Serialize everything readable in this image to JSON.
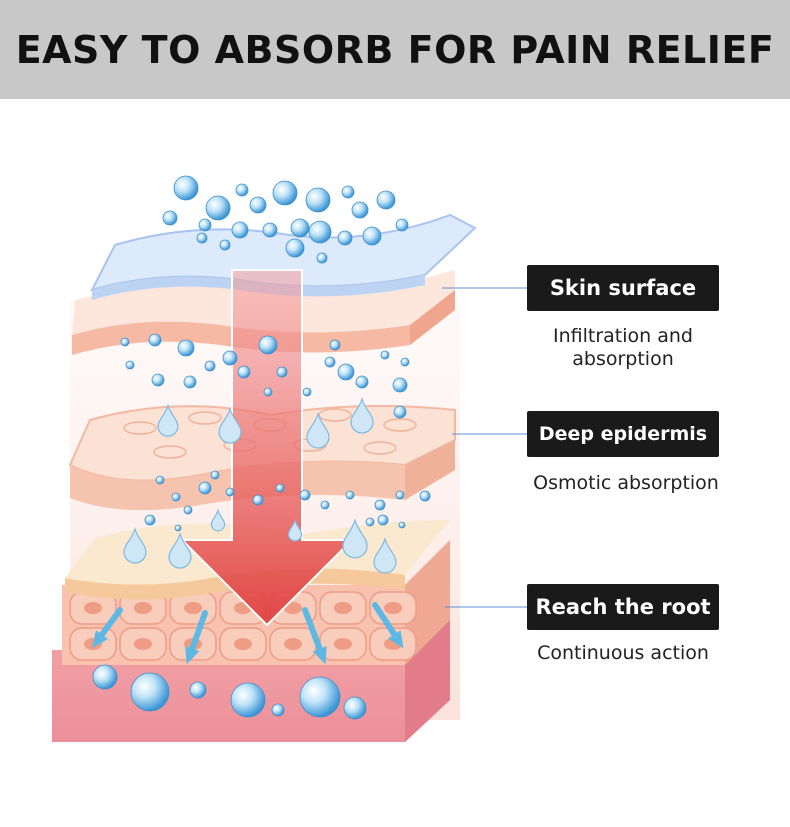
{
  "header": {
    "title": "EASY TO ABSORB FOR PAIN RELIEF"
  },
  "layers": [
    {
      "label": "Skin surface",
      "description_lines": [
        "Infiltration and",
        "absorption"
      ]
    },
    {
      "label": "Deep epidermis",
      "description_lines": [
        "Osmotic absorption"
      ]
    },
    {
      "label": "Reach the root",
      "description_lines": [
        "Continuous action"
      ]
    }
  ],
  "colors": {
    "banner": "#c8c8c8",
    "label_bg": "#1a1a1a",
    "skin": "#f6b8a2",
    "droplet": "#6fb3e0",
    "arrow": "#e45a5a"
  },
  "icons": [
    "droplet-icon",
    "bubble-icon",
    "down-arrow-icon"
  ]
}
